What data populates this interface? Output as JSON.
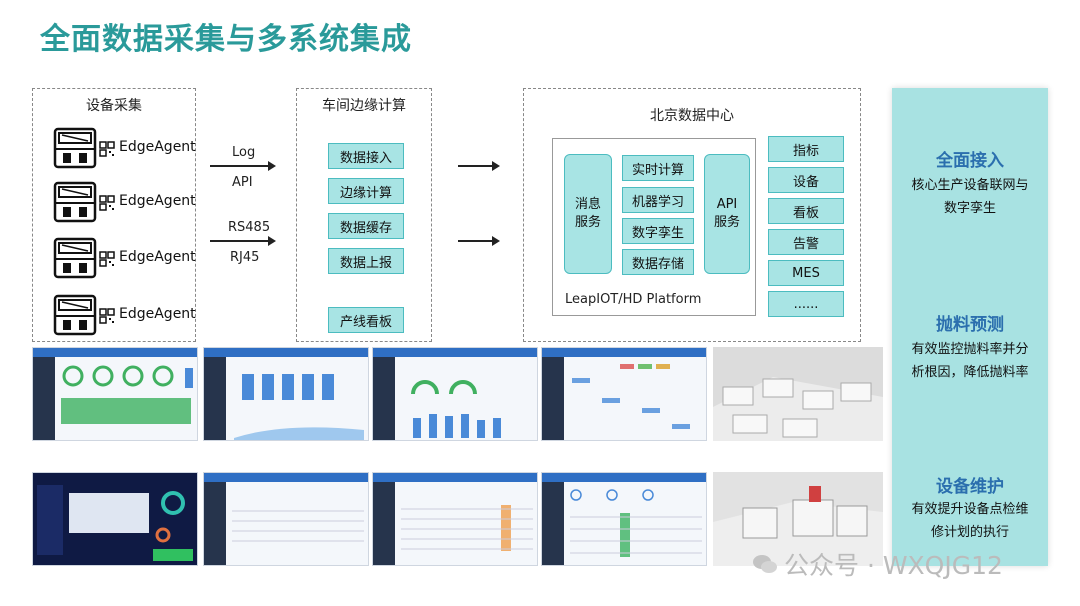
{
  "title": "全面数据采集与多系统集成",
  "device_section": {
    "title": "设备采集",
    "agents": [
      "EdgeAgent",
      "EdgeAgent",
      "EdgeAgent",
      "EdgeAgent"
    ]
  },
  "arrows": {
    "top_labels": [
      "Log",
      "API"
    ],
    "bottom_labels": [
      "RS485",
      "RJ45"
    ]
  },
  "edge_section": {
    "title": "车间边缘计算",
    "items": [
      "数据接入",
      "边缘计算",
      "数据缓存",
      "数据上报",
      "产线看板"
    ]
  },
  "datacenter": {
    "title": "北京数据中心",
    "msg_service": "消息服务",
    "core_items": [
      "实时计算",
      "机器学习",
      "数字孪生",
      "数据存储"
    ],
    "api_service": "API服务",
    "platform_label": "LeapIOT/HD Platform",
    "right_items": [
      "指标",
      "设备",
      "看板",
      "告警",
      "MES",
      "......"
    ]
  },
  "sidebar": {
    "sections": [
      {
        "heading": "全面接入",
        "text": [
          "核心生产设备联网与",
          "数字孪生"
        ]
      },
      {
        "heading": "抛料预测",
        "text": [
          "有效监控抛料率并分",
          "析根因，降低抛料率"
        ]
      },
      {
        "heading": "设备维护",
        "text": [
          "有效提升设备点检维",
          "修计划的执行"
        ]
      }
    ]
  },
  "watermark": "公众号 · WXQJG12",
  "colors": {
    "title": "#2a9a9a",
    "box_fill": "#a8e4e4",
    "box_border": "#4cbcc0",
    "sidebar": "#a8e2e2",
    "sidebar_heading": "#2b6fae"
  }
}
